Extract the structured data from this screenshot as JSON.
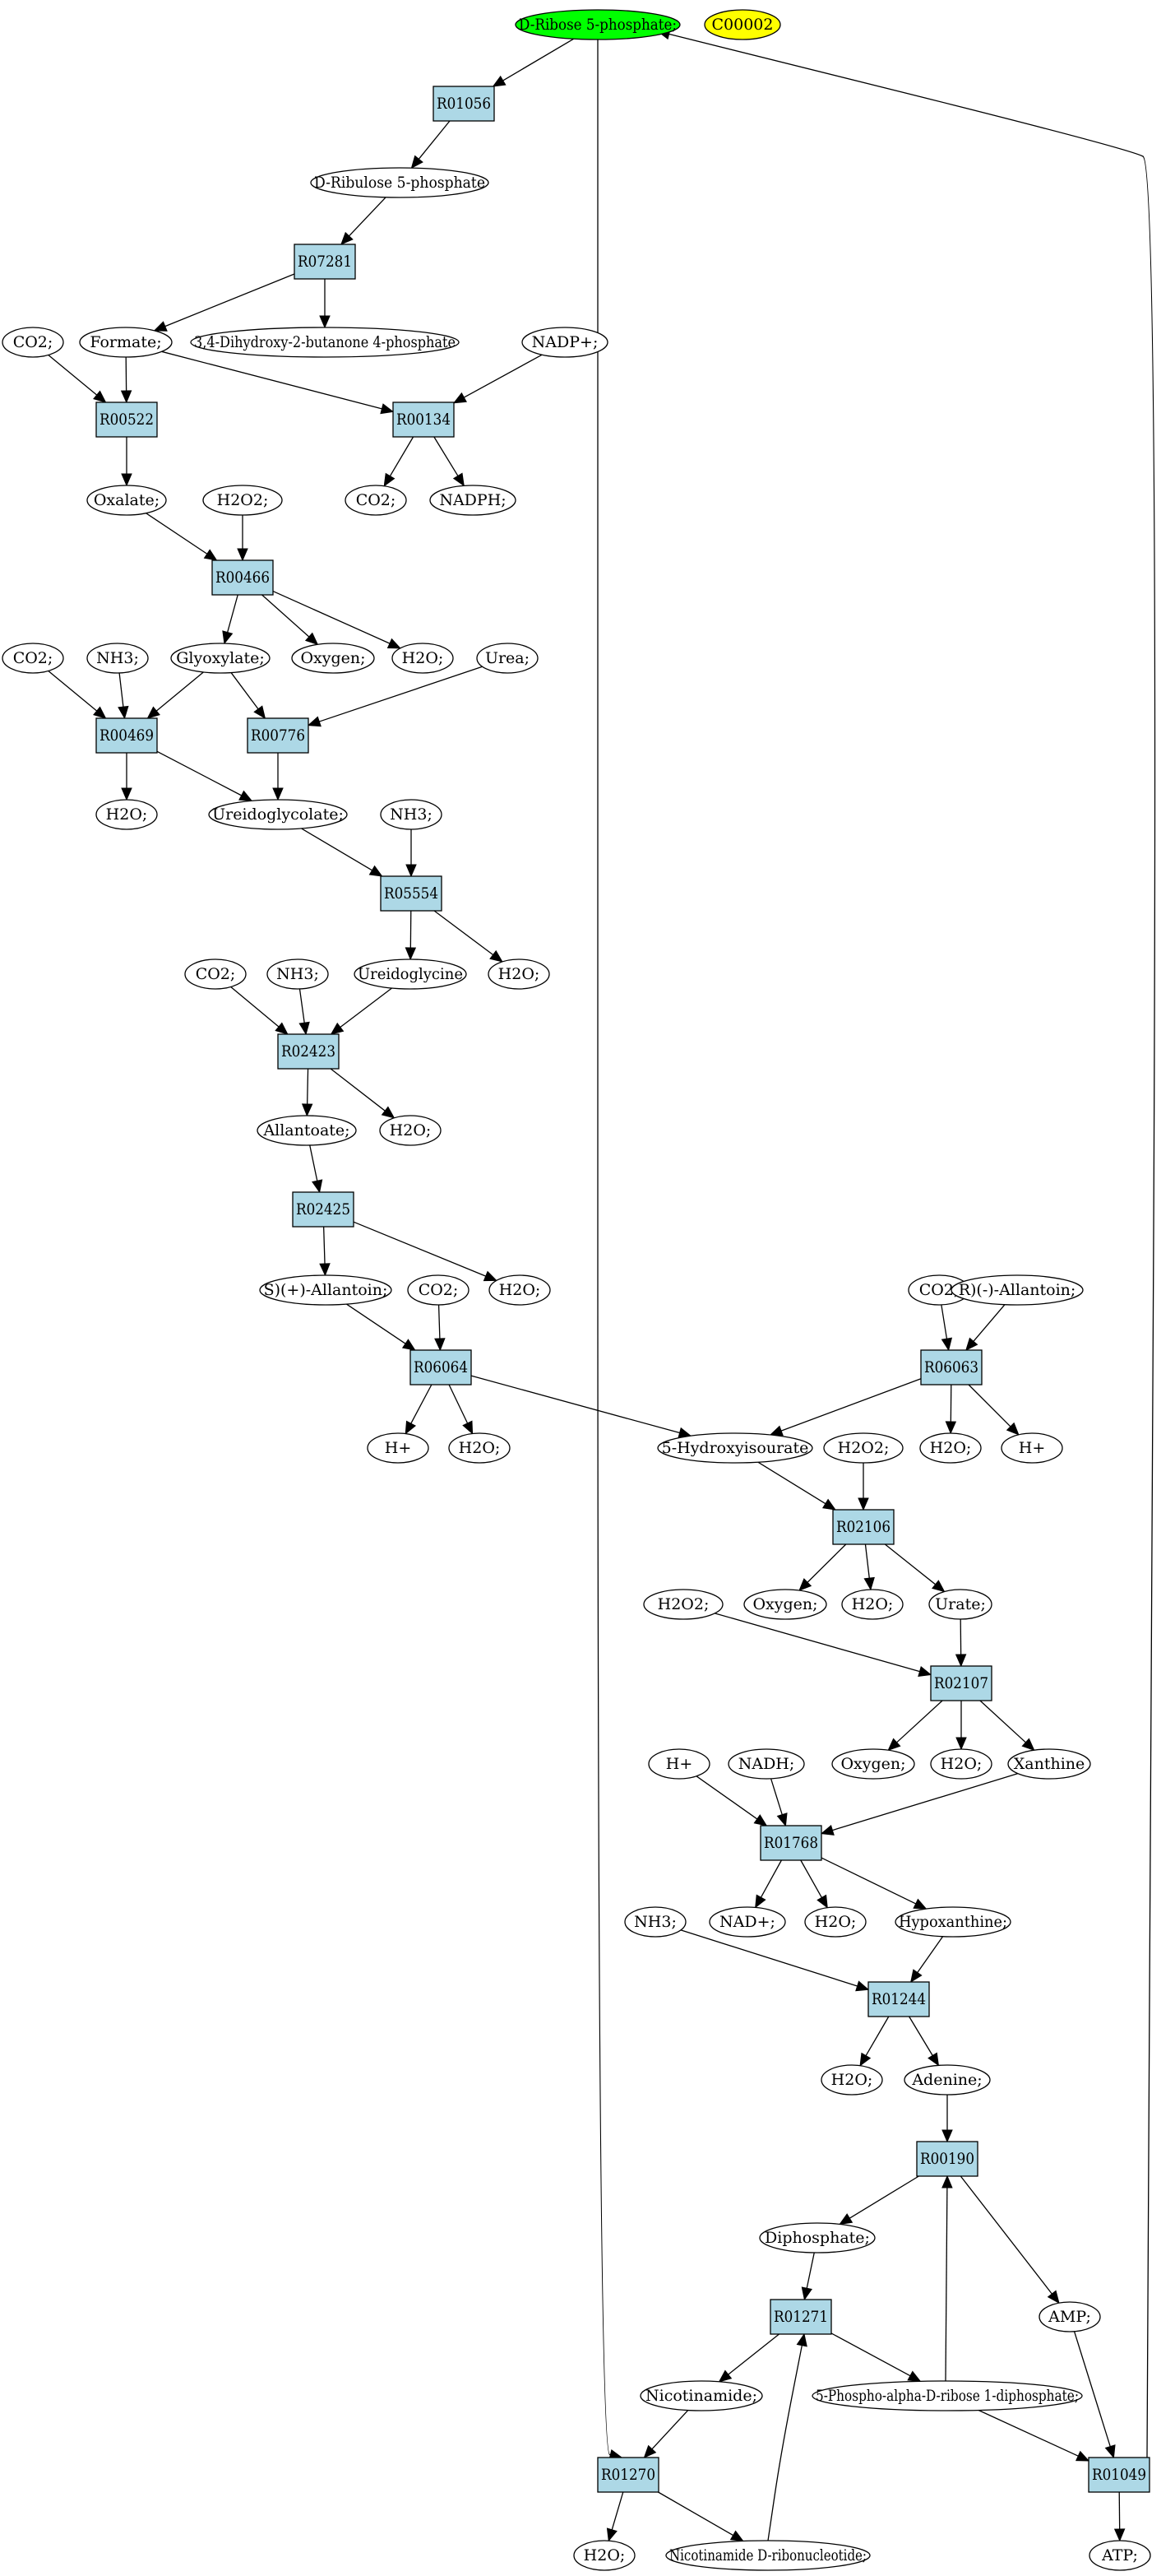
{
  "diagram": {
    "nodes": [
      {
        "id": "rib5p",
        "label": "D-Ribose 5-phosphate;",
        "shape": "ellipse",
        "fill": "#00ff00"
      },
      {
        "id": "c00002",
        "label": "C00002",
        "shape": "ellipse",
        "fill": "#ffff00"
      },
      {
        "id": "R01056",
        "label": "R01056",
        "shape": "box",
        "fill": "#add8e6"
      },
      {
        "id": "ribu5p",
        "label": "D-Ribulose 5-phosphate",
        "shape": "ellipse",
        "fill": "#ffffff"
      },
      {
        "id": "R07281",
        "label": "R07281",
        "shape": "box",
        "fill": "#add8e6"
      },
      {
        "id": "co2_a",
        "label": "CO2;",
        "shape": "ellipse",
        "fill": "#ffffff"
      },
      {
        "id": "formate",
        "label": "Formate;",
        "shape": "ellipse",
        "fill": "#ffffff"
      },
      {
        "id": "dhbp",
        "label": "3,4-Dihydroxy-2-butanone 4-phosphate",
        "shape": "ellipse",
        "fill": "#ffffff"
      },
      {
        "id": "nadp",
        "label": "NADP+;",
        "shape": "ellipse",
        "fill": "#ffffff"
      },
      {
        "id": "R00522",
        "label": "R00522",
        "shape": "box",
        "fill": "#add8e6"
      },
      {
        "id": "R00134",
        "label": "R00134",
        "shape": "box",
        "fill": "#add8e6"
      },
      {
        "id": "oxalate",
        "label": "Oxalate;",
        "shape": "ellipse",
        "fill": "#ffffff"
      },
      {
        "id": "h2o2_a",
        "label": "H2O2;",
        "shape": "ellipse",
        "fill": "#ffffff"
      },
      {
        "id": "co2_b",
        "label": "CO2;",
        "shape": "ellipse",
        "fill": "#ffffff"
      },
      {
        "id": "nadph",
        "label": "NADPH;",
        "shape": "ellipse",
        "fill": "#ffffff"
      },
      {
        "id": "R00466",
        "label": "R00466",
        "shape": "box",
        "fill": "#add8e6"
      },
      {
        "id": "co2_c",
        "label": "CO2;",
        "shape": "ellipse",
        "fill": "#ffffff"
      },
      {
        "id": "nh3_a",
        "label": "NH3;",
        "shape": "ellipse",
        "fill": "#ffffff"
      },
      {
        "id": "glyoxylate",
        "label": "Glyoxylate;",
        "shape": "ellipse",
        "fill": "#ffffff"
      },
      {
        "id": "oxygen_a",
        "label": "Oxygen;",
        "shape": "ellipse",
        "fill": "#ffffff"
      },
      {
        "id": "h2o_a",
        "label": "H2O;",
        "shape": "ellipse",
        "fill": "#ffffff"
      },
      {
        "id": "urea",
        "label": "Urea;",
        "shape": "ellipse",
        "fill": "#ffffff"
      },
      {
        "id": "R00469",
        "label": "R00469",
        "shape": "box",
        "fill": "#add8e6"
      },
      {
        "id": "R00776",
        "label": "R00776",
        "shape": "box",
        "fill": "#add8e6"
      },
      {
        "id": "h2o_b",
        "label": "H2O;",
        "shape": "ellipse",
        "fill": "#ffffff"
      },
      {
        "id": "ureidoglycolate",
        "label": "Ureidoglycolate;",
        "shape": "ellipse",
        "fill": "#ffffff"
      },
      {
        "id": "nh3_b",
        "label": "NH3;",
        "shape": "ellipse",
        "fill": "#ffffff"
      },
      {
        "id": "R05554",
        "label": "R05554",
        "shape": "box",
        "fill": "#add8e6"
      },
      {
        "id": "co2_d",
        "label": "CO2;",
        "shape": "ellipse",
        "fill": "#ffffff"
      },
      {
        "id": "nh3_c",
        "label": "NH3;",
        "shape": "ellipse",
        "fill": "#ffffff"
      },
      {
        "id": "ureidoglycine",
        "label": "Ureidoglycine",
        "shape": "ellipse",
        "fill": "#ffffff"
      },
      {
        "id": "h2o_c",
        "label": "H2O;",
        "shape": "ellipse",
        "fill": "#ffffff"
      },
      {
        "id": "R02423",
        "label": "R02423",
        "shape": "box",
        "fill": "#add8e6"
      },
      {
        "id": "allantoate",
        "label": "Allantoate;",
        "shape": "ellipse",
        "fill": "#ffffff"
      },
      {
        "id": "h2o_d",
        "label": "H2O;",
        "shape": "ellipse",
        "fill": "#ffffff"
      },
      {
        "id": "R02425",
        "label": "R02425",
        "shape": "box",
        "fill": "#add8e6"
      },
      {
        "id": "s_allantoin",
        "label": "S)(+)-Allantoin;",
        "shape": "ellipse",
        "fill": "#ffffff"
      },
      {
        "id": "co2_e",
        "label": "CO2;",
        "shape": "ellipse",
        "fill": "#ffffff"
      },
      {
        "id": "h2o_e",
        "label": "H2O;",
        "shape": "ellipse",
        "fill": "#ffffff"
      },
      {
        "id": "co2_f",
        "label": "CO2;",
        "shape": "ellipse",
        "fill": "#ffffff"
      },
      {
        "id": "r_allantoin",
        "label": "R)(-)-Allantoin;",
        "shape": "ellipse",
        "fill": "#ffffff"
      },
      {
        "id": "R06064",
        "label": "R06064",
        "shape": "box",
        "fill": "#add8e6"
      },
      {
        "id": "R06063",
        "label": "R06063",
        "shape": "box",
        "fill": "#add8e6"
      },
      {
        "id": "hplus_a",
        "label": "H+",
        "shape": "ellipse",
        "fill": "#ffffff"
      },
      {
        "id": "h2o_f",
        "label": "H2O;",
        "shape": "ellipse",
        "fill": "#ffffff"
      },
      {
        "id": "hydroxyisourate",
        "label": "5-Hydroxyisourate",
        "shape": "ellipse",
        "fill": "#ffffff"
      },
      {
        "id": "h2o2_b",
        "label": "H2O2;",
        "shape": "ellipse",
        "fill": "#ffffff"
      },
      {
        "id": "h2o_g",
        "label": "H2O;",
        "shape": "ellipse",
        "fill": "#ffffff"
      },
      {
        "id": "hplus_b",
        "label": "H+",
        "shape": "ellipse",
        "fill": "#ffffff"
      },
      {
        "id": "R02106",
        "label": "R02106",
        "shape": "box",
        "fill": "#add8e6"
      },
      {
        "id": "h2o2_c",
        "label": "H2O2;",
        "shape": "ellipse",
        "fill": "#ffffff"
      },
      {
        "id": "oxygen_b",
        "label": "Oxygen;",
        "shape": "ellipse",
        "fill": "#ffffff"
      },
      {
        "id": "h2o_h",
        "label": "H2O;",
        "shape": "ellipse",
        "fill": "#ffffff"
      },
      {
        "id": "urate",
        "label": "Urate;",
        "shape": "ellipse",
        "fill": "#ffffff"
      },
      {
        "id": "R02107",
        "label": "R02107",
        "shape": "box",
        "fill": "#add8e6"
      },
      {
        "id": "oxygen_c",
        "label": "Oxygen;",
        "shape": "ellipse",
        "fill": "#ffffff"
      },
      {
        "id": "h2o_i",
        "label": "H2O;",
        "shape": "ellipse",
        "fill": "#ffffff"
      },
      {
        "id": "xanthine",
        "label": "Xanthine",
        "shape": "ellipse",
        "fill": "#ffffff"
      },
      {
        "id": "hplus_c",
        "label": "H+",
        "shape": "ellipse",
        "fill": "#ffffff"
      },
      {
        "id": "nadh",
        "label": "NADH;",
        "shape": "ellipse",
        "fill": "#ffffff"
      },
      {
        "id": "R01768",
        "label": "R01768",
        "shape": "box",
        "fill": "#add8e6"
      },
      {
        "id": "nh3_d",
        "label": "NH3;",
        "shape": "ellipse",
        "fill": "#ffffff"
      },
      {
        "id": "nadplus",
        "label": "NAD+;",
        "shape": "ellipse",
        "fill": "#ffffff"
      },
      {
        "id": "h2o_j",
        "label": "H2O;",
        "shape": "ellipse",
        "fill": "#ffffff"
      },
      {
        "id": "hypoxanthine",
        "label": "Hypoxanthine;",
        "shape": "ellipse",
        "fill": "#ffffff"
      },
      {
        "id": "R01244",
        "label": "R01244",
        "shape": "box",
        "fill": "#add8e6"
      },
      {
        "id": "h2o_k",
        "label": "H2O;",
        "shape": "ellipse",
        "fill": "#ffffff"
      },
      {
        "id": "adenine",
        "label": "Adenine;",
        "shape": "ellipse",
        "fill": "#ffffff"
      },
      {
        "id": "R00190",
        "label": "R00190",
        "shape": "box",
        "fill": "#add8e6"
      },
      {
        "id": "diphosphate",
        "label": "Diphosphate;",
        "shape": "ellipse",
        "fill": "#ffffff"
      },
      {
        "id": "R01271",
        "label": "R01271",
        "shape": "box",
        "fill": "#add8e6"
      },
      {
        "id": "amp",
        "label": "AMP;",
        "shape": "ellipse",
        "fill": "#ffffff"
      },
      {
        "id": "nicotinamide",
        "label": "Nicotinamide;",
        "shape": "ellipse",
        "fill": "#ffffff"
      },
      {
        "id": "prpp",
        "label": "5-Phospho-alpha-D-ribose 1-diphosphate;",
        "shape": "ellipse",
        "fill": "#ffffff"
      },
      {
        "id": "R01270",
        "label": "R01270",
        "shape": "box",
        "fill": "#add8e6"
      },
      {
        "id": "R01049",
        "label": "R01049",
        "shape": "box",
        "fill": "#add8e6"
      },
      {
        "id": "h2o_l",
        "label": "H2O;",
        "shape": "ellipse",
        "fill": "#ffffff"
      },
      {
        "id": "nmn",
        "label": "Nicotinamide D-ribonucleotide;",
        "shape": "ellipse",
        "fill": "#ffffff"
      },
      {
        "id": "atp",
        "label": "ATP;",
        "shape": "ellipse",
        "fill": "#ffffff"
      }
    ],
    "edges": [
      [
        "rib5p",
        "R01056"
      ],
      [
        "R01056",
        "ribu5p"
      ],
      [
        "ribu5p",
        "R07281"
      ],
      [
        "R07281",
        "formate"
      ],
      [
        "R07281",
        "dhbp"
      ],
      [
        "co2_a",
        "R00522"
      ],
      [
        "formate",
        "R00522"
      ],
      [
        "formate",
        "R00134"
      ],
      [
        "nadp",
        "R00134"
      ],
      [
        "R00522",
        "oxalate"
      ],
      [
        "R00134",
        "co2_b"
      ],
      [
        "R00134",
        "nadph"
      ],
      [
        "oxalate",
        "R00466"
      ],
      [
        "h2o2_a",
        "R00466"
      ],
      [
        "R00466",
        "glyoxylate"
      ],
      [
        "R00466",
        "oxygen_a"
      ],
      [
        "R00466",
        "h2o_a"
      ],
      [
        "co2_c",
        "R00469"
      ],
      [
        "nh3_a",
        "R00469"
      ],
      [
        "glyoxylate",
        "R00469"
      ],
      [
        "glyoxylate",
        "R00776"
      ],
      [
        "urea",
        "R00776"
      ],
      [
        "R00469",
        "h2o_b"
      ],
      [
        "R00469",
        "ureidoglycolate"
      ],
      [
        "R00776",
        "ureidoglycolate"
      ],
      [
        "ureidoglycolate",
        "R05554"
      ],
      [
        "nh3_b",
        "R05554"
      ],
      [
        "R05554",
        "ureidoglycine"
      ],
      [
        "R05554",
        "h2o_c"
      ],
      [
        "co2_d",
        "R02423"
      ],
      [
        "nh3_c",
        "R02423"
      ],
      [
        "ureidoglycine",
        "R02423"
      ],
      [
        "R02423",
        "allantoate"
      ],
      [
        "R02423",
        "h2o_d"
      ],
      [
        "allantoate",
        "R02425"
      ],
      [
        "R02425",
        "s_allantoin"
      ],
      [
        "R02425",
        "h2o_e"
      ],
      [
        "s_allantoin",
        "R06064"
      ],
      [
        "co2_e",
        "R06064"
      ],
      [
        "R06064",
        "hplus_a"
      ],
      [
        "R06064",
        "h2o_f"
      ],
      [
        "R06064",
        "hydroxyisourate"
      ],
      [
        "co2_f",
        "R06063"
      ],
      [
        "r_allantoin",
        "R06063"
      ],
      [
        "R06063",
        "hydroxyisourate"
      ],
      [
        "R06063",
        "h2o_g"
      ],
      [
        "R06063",
        "hplus_b"
      ],
      [
        "hydroxyisourate",
        "R02106"
      ],
      [
        "h2o2_b",
        "R02106"
      ],
      [
        "R02106",
        "oxygen_b"
      ],
      [
        "R02106",
        "h2o_h"
      ],
      [
        "R02106",
        "urate"
      ],
      [
        "urate",
        "R02107"
      ],
      [
        "h2o2_c",
        "R02107"
      ],
      [
        "R02107",
        "oxygen_c"
      ],
      [
        "R02107",
        "h2o_i"
      ],
      [
        "R02107",
        "xanthine"
      ],
      [
        "hplus_c",
        "R01768"
      ],
      [
        "nadh",
        "R01768"
      ],
      [
        "xanthine",
        "R01768"
      ],
      [
        "R01768",
        "nadplus"
      ],
      [
        "R01768",
        "h2o_j"
      ],
      [
        "R01768",
        "hypoxanthine"
      ],
      [
        "nh3_d",
        "R01244"
      ],
      [
        "hypoxanthine",
        "R01244"
      ],
      [
        "R01244",
        "h2o_k"
      ],
      [
        "R01244",
        "adenine"
      ],
      [
        "adenine",
        "R00190"
      ],
      [
        "prpp",
        "R00190"
      ],
      [
        "R00190",
        "diphosphate"
      ],
      [
        "R00190",
        "amp"
      ],
      [
        "diphosphate",
        "R01271"
      ],
      [
        "nmn",
        "R01271"
      ],
      [
        "R01271",
        "nicotinamide"
      ],
      [
        "R01271",
        "prpp"
      ],
      [
        "rib5p",
        "R01270"
      ],
      [
        "nicotinamide",
        "R01270"
      ],
      [
        "R01270",
        "h2o_l"
      ],
      [
        "R01270",
        "nmn"
      ],
      [
        "amp",
        "R01049"
      ],
      [
        "prpp",
        "R01049"
      ],
      [
        "R01049",
        "atp"
      ],
      [
        "R01049",
        "rib5p"
      ]
    ]
  }
}
